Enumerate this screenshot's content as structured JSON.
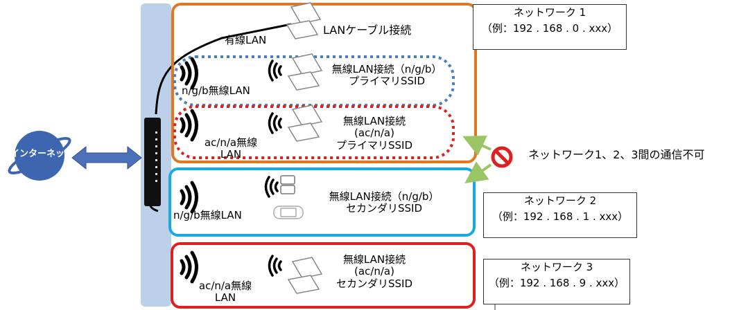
{
  "internet": {
    "label": "インターネット"
  },
  "networks": [
    {
      "title": "ネットワーク 1",
      "example": "（例：192 . 168 . 0 . xxx）"
    },
    {
      "title": "ネットワーク 2",
      "example": "（例：192 . 168 . 1 . xxx）"
    },
    {
      "title": "ネットワーク 3",
      "example": "（例：192 . 168 . 9 . xxx）"
    }
  ],
  "no_comm_label": "ネットワーク1、2、3間の通信不可",
  "group1": {
    "wired_label": "有線LAN",
    "cable_label": "LANケーブル接続",
    "ngb_radio": "n/g/b無線LAN",
    "ngb_conn_line1": "無線LAN接続（n/g/b）",
    "ngb_conn_line2": "プライマリSSID",
    "ac_radio_line1": "ac/n/a無線",
    "ac_radio_line2": "LAN",
    "ac_conn_line1": "無線LAN接続",
    "ac_conn_line2": "(ac/n/a)",
    "ac_conn_line3": "プライマリSSID"
  },
  "group2": {
    "radio": "n/g/b無線LAN",
    "conn_line1": "無線LAN接続（n/g/b）",
    "conn_line2": "セカンダリSSID"
  },
  "group3": {
    "radio_line1": "ac/n/a無線",
    "radio_line2": "LAN",
    "conn_line1": "無線LAN接続",
    "conn_line2": "(ac/n/a)",
    "conn_line3": "セカンダリSSID"
  },
  "colors": {
    "orange": "#E07820",
    "blue_dotted": "#4A7EC2",
    "red": "#E02020",
    "cyan": "#1AA8E0",
    "backbone": "#BCD0EA",
    "arrow": "#4B72B8",
    "globe": "#3E66B0",
    "green_arrow": "#9BC464"
  }
}
